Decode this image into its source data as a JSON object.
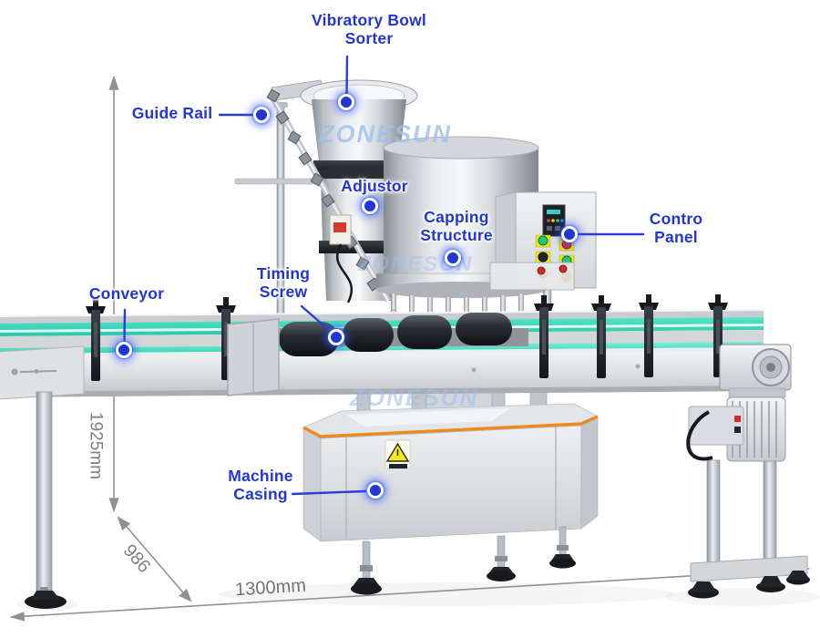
{
  "diagram": {
    "subject": "automatic-capping-machine",
    "watermark": {
      "text": "ZONESUN",
      "color": "#9fc0ee"
    },
    "callouts": {
      "vibratory_bowl_sorter": "Vibratory Bowl\nSorter",
      "guide_rail": "Guide Rail",
      "adjustor": "Adjustor",
      "capping_structure": "Capping\nStructure",
      "control_panel": "Contro\nPanel",
      "timing_screw": "Timing\nScrew",
      "conveyor": "Conveyor",
      "machine_casing": "Machine\nCasing"
    },
    "dimensions": {
      "height": "1925mm",
      "depth": "986",
      "length": "1300mm"
    },
    "colors": {
      "label_blue": "#2336d0",
      "dimension_gray": "#7e8184",
      "rail_teal": "#3bd7ba",
      "trim_orange": "#f08a1d",
      "metal_light": "#e8eaed",
      "metal_dark": "#15181c"
    }
  }
}
